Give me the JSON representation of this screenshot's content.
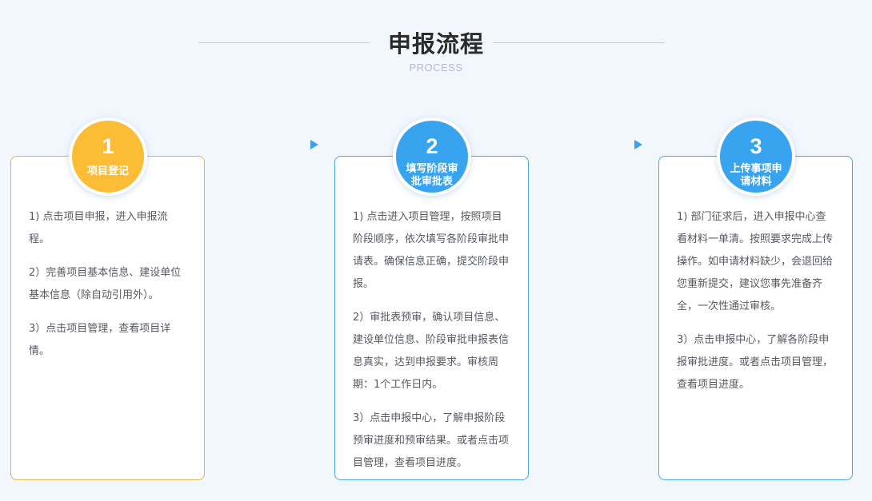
{
  "header": {
    "title": "申报流程",
    "subtitle": "PROCESS"
  },
  "steps": [
    {
      "number": "1",
      "title": "项目登记",
      "paragraphs": [
        "1) 点击项目申报，进入申报流程。",
        "2）完善项目基本信息、建设单位基本信息（除自动引用外）。",
        "3）点击项目管理，查看项目详情。"
      ]
    },
    {
      "number": "2",
      "title": "填写阶段审批审批表",
      "paragraphs": [
        "1) 点击进入项目管理，按照项目阶段顺序，依次填写各阶段审批申请表。确保信息正确，提交阶段申报。",
        "2）审批表预审，确认项目信息、建设单位信息、阶段审批申报表信息真实，达到申报要求。审核周期：1个工作日内。",
        "3）点击申报中心，了解申报阶段预审进度和预审结果。或者点击项目管理，查看项目进度。"
      ]
    },
    {
      "number": "3",
      "title": "上传事项申请材料",
      "paragraphs": [
        "1) 部门征求后，进入申报中心查看材料一单清。按照要求完成上传操作。如申请材料缺少，会退回给您重新提交，建议您事先准备齐全，一次性通过审核。",
        "3）点击申报中心，了解各阶段申报审批进度。或者点击项目管理，查看项目进度。"
      ]
    }
  ],
  "colors": {
    "step1": "#fbbd35",
    "step2": "#38a4ef",
    "step3": "#38a4ef",
    "arrow": "#3aa0ea"
  }
}
